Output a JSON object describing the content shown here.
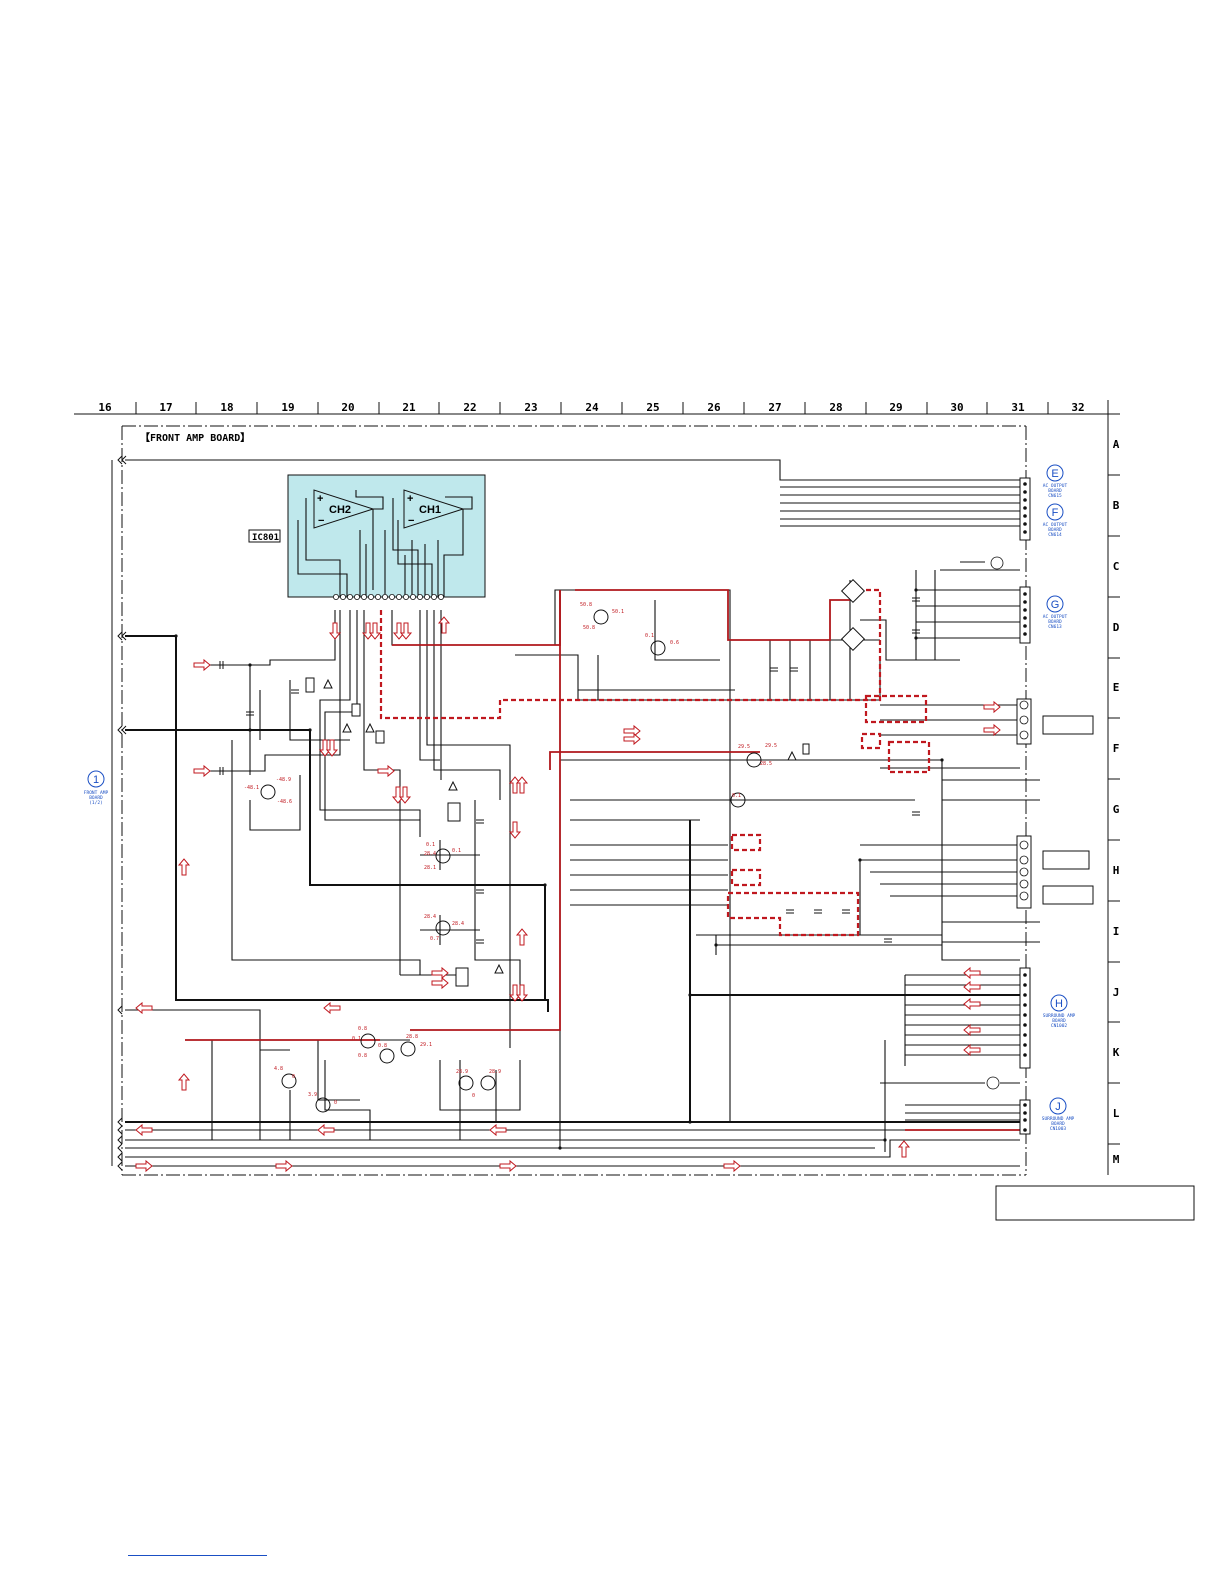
{
  "grid": {
    "columns": [
      "16",
      "17",
      "18",
      "19",
      "20",
      "21",
      "22",
      "23",
      "24",
      "25",
      "26",
      "27",
      "28",
      "29",
      "30",
      "31",
      "32"
    ],
    "rows": [
      "A",
      "B",
      "C",
      "D",
      "E",
      "F",
      "G",
      "H",
      "I",
      "J",
      "K",
      "L",
      "M"
    ]
  },
  "board_title": "【FRONT AMP BOARD】",
  "ic": {
    "ref": "IC801",
    "ch2": "CH2",
    "ch1": "CH1",
    "plus": "+",
    "minus": "−"
  },
  "connectors": {
    "front_amp": {
      "mark": "1",
      "lines": [
        "FRONT AMP",
        "BOARD",
        "(1/2)"
      ]
    },
    "e": {
      "mark": "E",
      "lines": [
        "AC OUTPUT",
        "BOARD",
        "CN615"
      ]
    },
    "f": {
      "mark": "F",
      "lines": [
        "AC OUTPUT",
        "BOARD",
        "CN614"
      ]
    },
    "g": {
      "mark": "G",
      "lines": [
        "AC OUTPUT",
        "BOARD",
        "CN613"
      ]
    },
    "h": {
      "mark": "H",
      "lines": [
        "SURROUND AMP",
        "BOARD",
        "CN1002"
      ]
    },
    "j": {
      "mark": "J",
      "lines": [
        "SURROUND AMP",
        "BOARD",
        "CN1003"
      ]
    }
  },
  "voltages": {
    "v1": "50.8",
    "v2": "50.1",
    "v3": "50.8",
    "v4": "0.1",
    "v5": "0.6",
    "v6": "-48.9",
    "v7": "-48.1",
    "v8": "-48.6",
    "v9": "29.5",
    "v10": "29.5",
    "v11": "28.5",
    "v12": "0.1",
    "v13": "0.1",
    "v14": "28.4",
    "v15": "28.1",
    "v16": "28.4",
    "v17": "0.7",
    "v18": "0.8",
    "v19": "0.1",
    "v20": "0.8",
    "v21": "0.8",
    "v22": "28.8",
    "v23": "29.1",
    "v24": "4.8",
    "v25": "0",
    "v26": "3.9",
    "v27": "0",
    "v28": "28.9",
    "v29": "28.9",
    "v30": "0"
  },
  "colors": {
    "ic_fill": "#bfe8ec",
    "signal_red": "#c0181f",
    "connector_blue": "#1a4fc4"
  }
}
